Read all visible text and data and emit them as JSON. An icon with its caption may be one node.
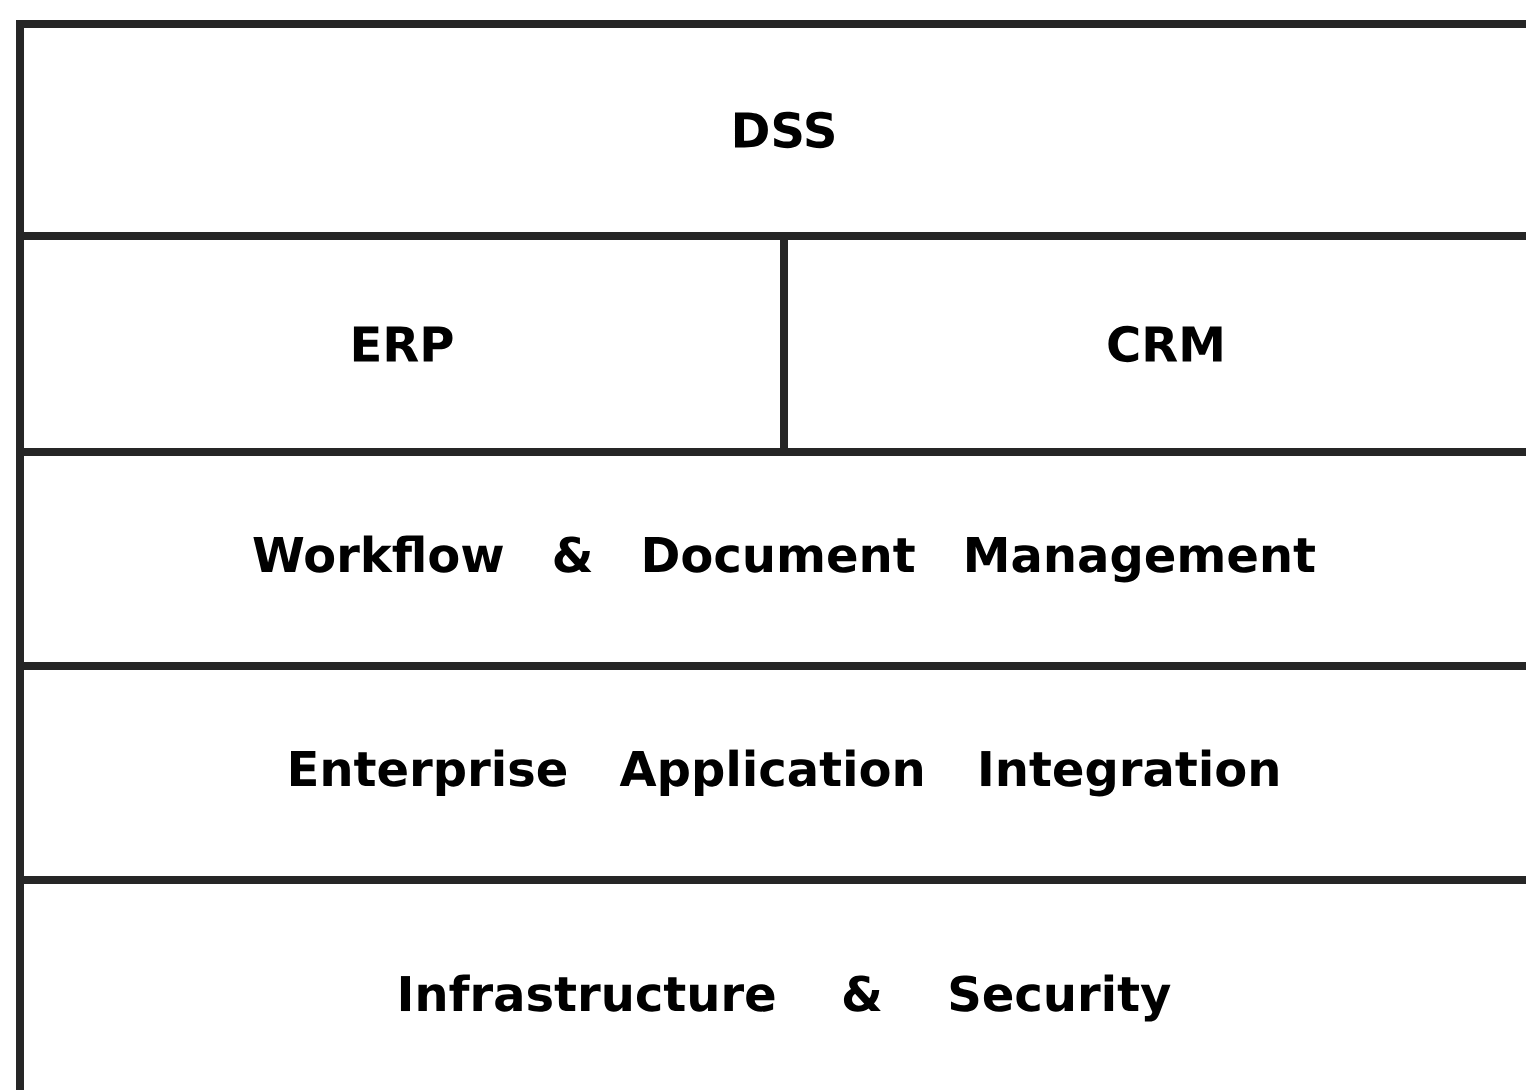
{
  "diagram": {
    "nodes": [
      {
        "text": [
          "DSS"
        ]
      },
      {
        "text": [
          "ERP"
        ]
      },
      {
        "text": [
          "CRM"
        ]
      },
      {
        "text": [
          "Workflow & Document Management"
        ]
      },
      {
        "text": [
          "Enterprise Application Integration"
        ]
      },
      {
        "text": [
          "Infrastructure & Security"
        ]
      }
    ]
  }
}
